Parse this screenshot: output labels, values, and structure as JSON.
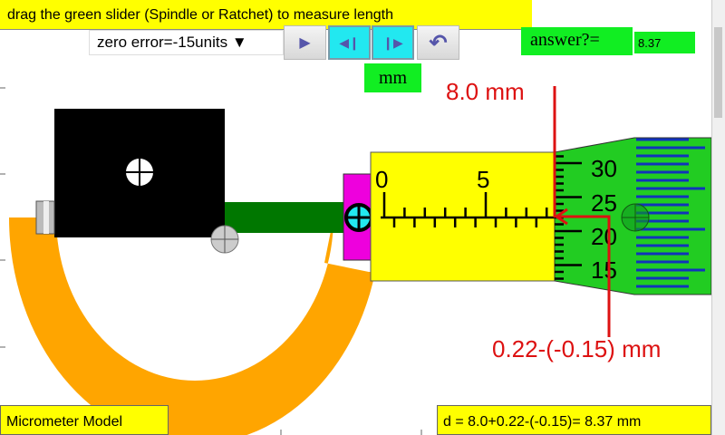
{
  "banner": {
    "instruction": "drag the green slider (Spindle or Ratchet) to measure length"
  },
  "toolbar": {
    "zero_error_select": "zero error=-15units ▼",
    "play_icon": "▶",
    "step_back_icon": "◀❙",
    "step_forward_icon": "❙▶",
    "undo_icon": "↶"
  },
  "answer": {
    "label": "answer?=",
    "value": "8.37"
  },
  "unit": "mm",
  "annotations": {
    "main_scale_reading": "8.0 mm",
    "thimble_reading": "0.22-(-0.15) mm"
  },
  "main_scale": {
    "labels": [
      "0",
      "5"
    ]
  },
  "thimble": {
    "labels": [
      "30",
      "25",
      "20",
      "15"
    ]
  },
  "footer": {
    "title": "Micrometer Model",
    "result": "d = 8.0+0.22-(-0.15)= 8.37 mm"
  },
  "colors": {
    "yellow": "#ffff00",
    "green": "#11ee22",
    "orange": "#ffa500",
    "red": "#dd1111",
    "magenta": "#ee00dd"
  }
}
